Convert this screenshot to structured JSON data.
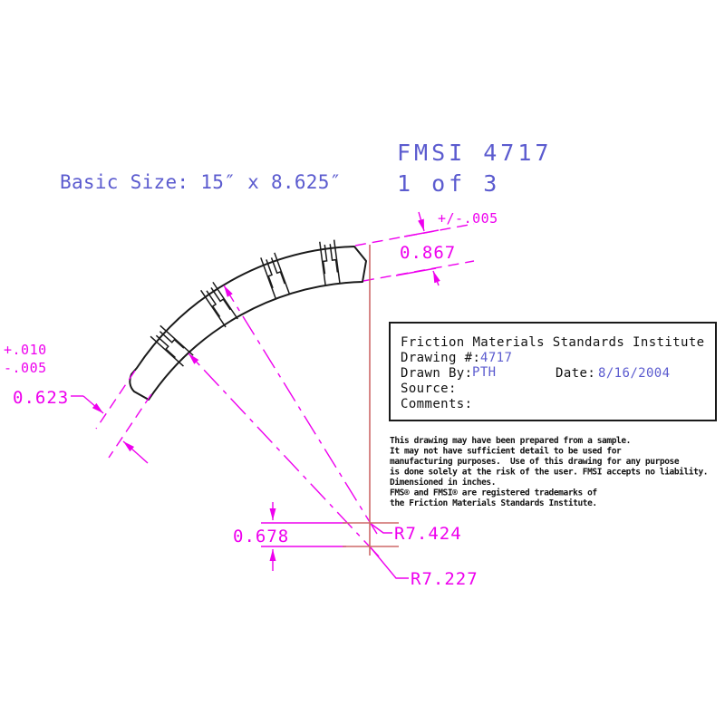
{
  "drawing": {
    "title_line1": "FMSI 4717",
    "title_line2": "1 of 3",
    "basic_size": "Basic Size: 15″ x 8.625″"
  },
  "info_box": {
    "organization": "Friction Materials Standards Institute",
    "drawing_number_label": "Drawing #:",
    "drawing_number": "4717",
    "drawn_by_label": "Drawn By:",
    "drawn_by": "PTH",
    "date_label": "Date:",
    "date": "8/16/2004",
    "source_label": "Source:",
    "comments_label": "Comments:"
  },
  "disclaimer": {
    "lines": [
      "This drawing may have been prepared from a sample.",
      "It may not have sufficient detail to be used for",
      "manufacturing purposes.  Use of this drawing for any purpose",
      "is done solely at the risk of the user. FMSI accepts no liability.",
      "Dimensioned in inches.",
      "FMS® and FMSI® are registered trademarks of",
      "the Friction Materials Standards Institute."
    ]
  },
  "dimensions": {
    "end_thickness_right": "0.867",
    "end_thickness_right_tolerance": "+/-.005",
    "end_thickness_left": "0.623",
    "end_thickness_left_tol_plus": "+.010",
    "end_thickness_left_tol_minus": "-.005",
    "center_offset": "0.678",
    "outer_radius": "R7.424",
    "inner_radius": "R7.227"
  },
  "colors": {
    "dimension_magenta": "#ee00ee",
    "centerline_red": "#cd6969",
    "label_blue": "#5b5bcf",
    "line_black": "#1a1a1a"
  }
}
